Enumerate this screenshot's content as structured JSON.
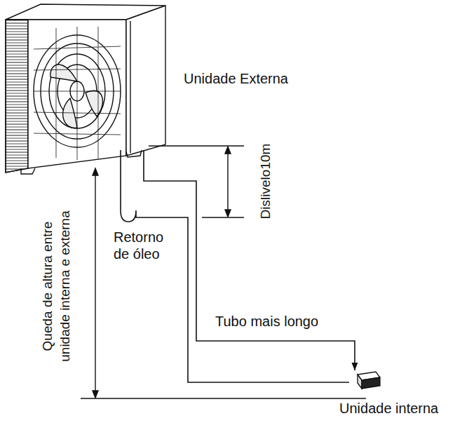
{
  "diagram": {
    "nodes": [
      {
        "text": [
          "Unidade Externa"
        ]
      },
      {
        "text": [
          "Unidade interna"
        ]
      }
    ],
    "edges": [
      {
        "from": 0,
        "to": 1,
        "arrow": "to",
        "label": "Tubo mais longo"
      },
      {
        "from": 0,
        "to": 1,
        "arrow": "none"
      }
    ],
    "labels": [
      "Dislivelo10m",
      "Retorno de óleo",
      "Queda de altura entre unidade interna e externa"
    ]
  }
}
